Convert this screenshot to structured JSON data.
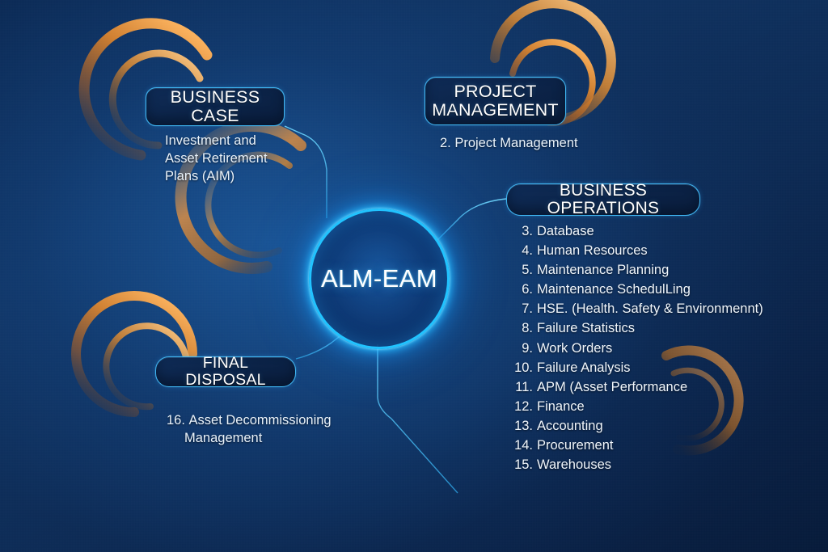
{
  "diagram": {
    "type": "hub-and-spoke mind map",
    "center": {
      "label": "ALM-EAM"
    },
    "palette": {
      "background_dark": "#0a2247",
      "background_mid": "#103463",
      "accent_cyan": "#21c3ff",
      "accent_orange": "#d9832a",
      "pill_border": "#3fb6f2",
      "text": "#ffffff"
    },
    "branches": [
      {
        "id": "business-case",
        "title": "BUSINESS CASE",
        "caption": "Investment and\nAsset Retirement\nPlans (AIM)"
      },
      {
        "id": "project-management",
        "title": "PROJECT\nMANAGEMENT",
        "caption": "2.  Project Management"
      },
      {
        "id": "business-operations",
        "title": "BUSINESS OPERATIONS",
        "items": [
          {
            "num": "3.",
            "label": "Database"
          },
          {
            "num": "4.",
            "label": "Human Resources"
          },
          {
            "num": "5.",
            "label": "Maintenance Planning"
          },
          {
            "num": "6.",
            "label": "Maintenance SchedulLing"
          },
          {
            "num": "7.",
            "label": "HSE. (Health. Safety & Environmennt)"
          },
          {
            "num": "8.",
            "label": "Failure Statistics"
          },
          {
            "num": "9.",
            "label": "Work Orders"
          },
          {
            "num": "10.",
            "label": "Failure Analysis"
          },
          {
            "num": "11.",
            "label": "APM (Asset Performance"
          },
          {
            "num": "12.",
            "label": "Finance"
          },
          {
            "num": "13.",
            "label": "Accounting"
          },
          {
            "num": "14.",
            "label": "Procurement"
          },
          {
            "num": "15.",
            "label": "Warehouses"
          }
        ]
      },
      {
        "id": "final-disposal",
        "title": "FINAL DISPOSAL",
        "caption_number": "16.",
        "caption_line1": "Asset Decommissioning",
        "caption_line2": "Management"
      }
    ]
  }
}
